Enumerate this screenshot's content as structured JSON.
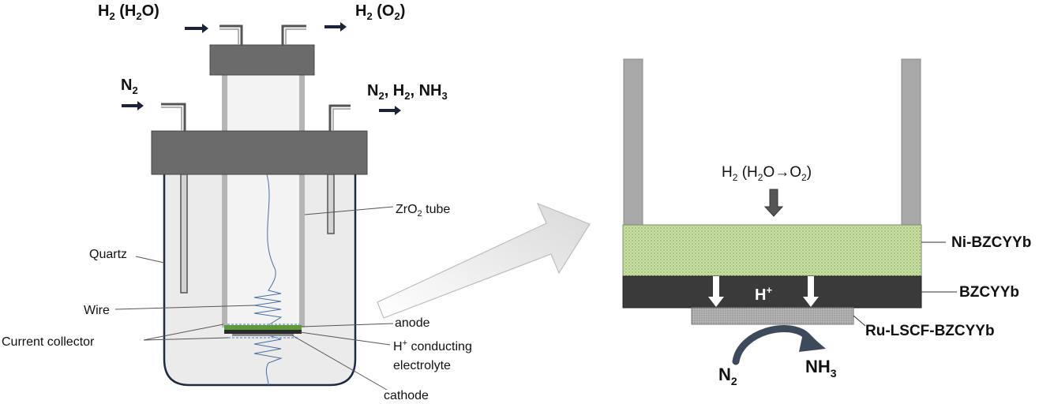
{
  "reactor": {
    "gas_in_top": {
      "main": "H",
      "sub1": "2",
      "rest": " (H",
      "sub2": "2",
      "tail": "O)"
    },
    "gas_out_top": {
      "main": "H",
      "sub1": "2",
      "rest": "  (O",
      "sub2": "2",
      "tail": ")"
    },
    "gas_in_side": {
      "main": "N",
      "sub1": "2"
    },
    "gas_out_side": {
      "a": "N",
      "a_sub": "2",
      "b": ", H",
      "b_sub": "2",
      "c": ", NH",
      "c_sub": "3"
    },
    "labels": {
      "zro2_tube_a": "ZrO",
      "zro2_tube_sub": "2",
      "zro2_tube_b": " tube",
      "quartz": "Quartz",
      "wire": "Wire",
      "current_collector": "Current collector",
      "anode": "anode",
      "electrolyte_line1": "H",
      "electrolyte_sup": "+",
      "electrolyte_line1_rest": " conducting",
      "electrolyte_line2": "electrolyte",
      "cathode": "cathode"
    }
  },
  "cell": {
    "feed_a": "H",
    "feed_sub1": "2",
    "feed_b": " (H",
    "feed_sub2": "2",
    "feed_c": "O",
    "feed_arrow": "→",
    "feed_d": "O",
    "feed_sub3": "2",
    "feed_e": ")",
    "proton": "H",
    "proton_sup": "+",
    "layer_anode": "Ni-BZCYYb",
    "layer_electrolyte": "BZCYYb",
    "layer_cathode": "Ru-LSCF-BZCYYb",
    "reactant": "N",
    "reactant_sub": "2",
    "product": "NH",
    "product_sub": "3"
  },
  "colors": {
    "flange": "#6b6b6b",
    "tube": "#b5b5b5",
    "quartz_fill": "#ebebeb",
    "quartz_outline": "#1f2a44",
    "anode_green": "#c9dfa6",
    "electrolyte_dark": "#3a3a3a",
    "cathode_grey": "#a3a3a3",
    "arrow_navy": "#1c2338"
  }
}
